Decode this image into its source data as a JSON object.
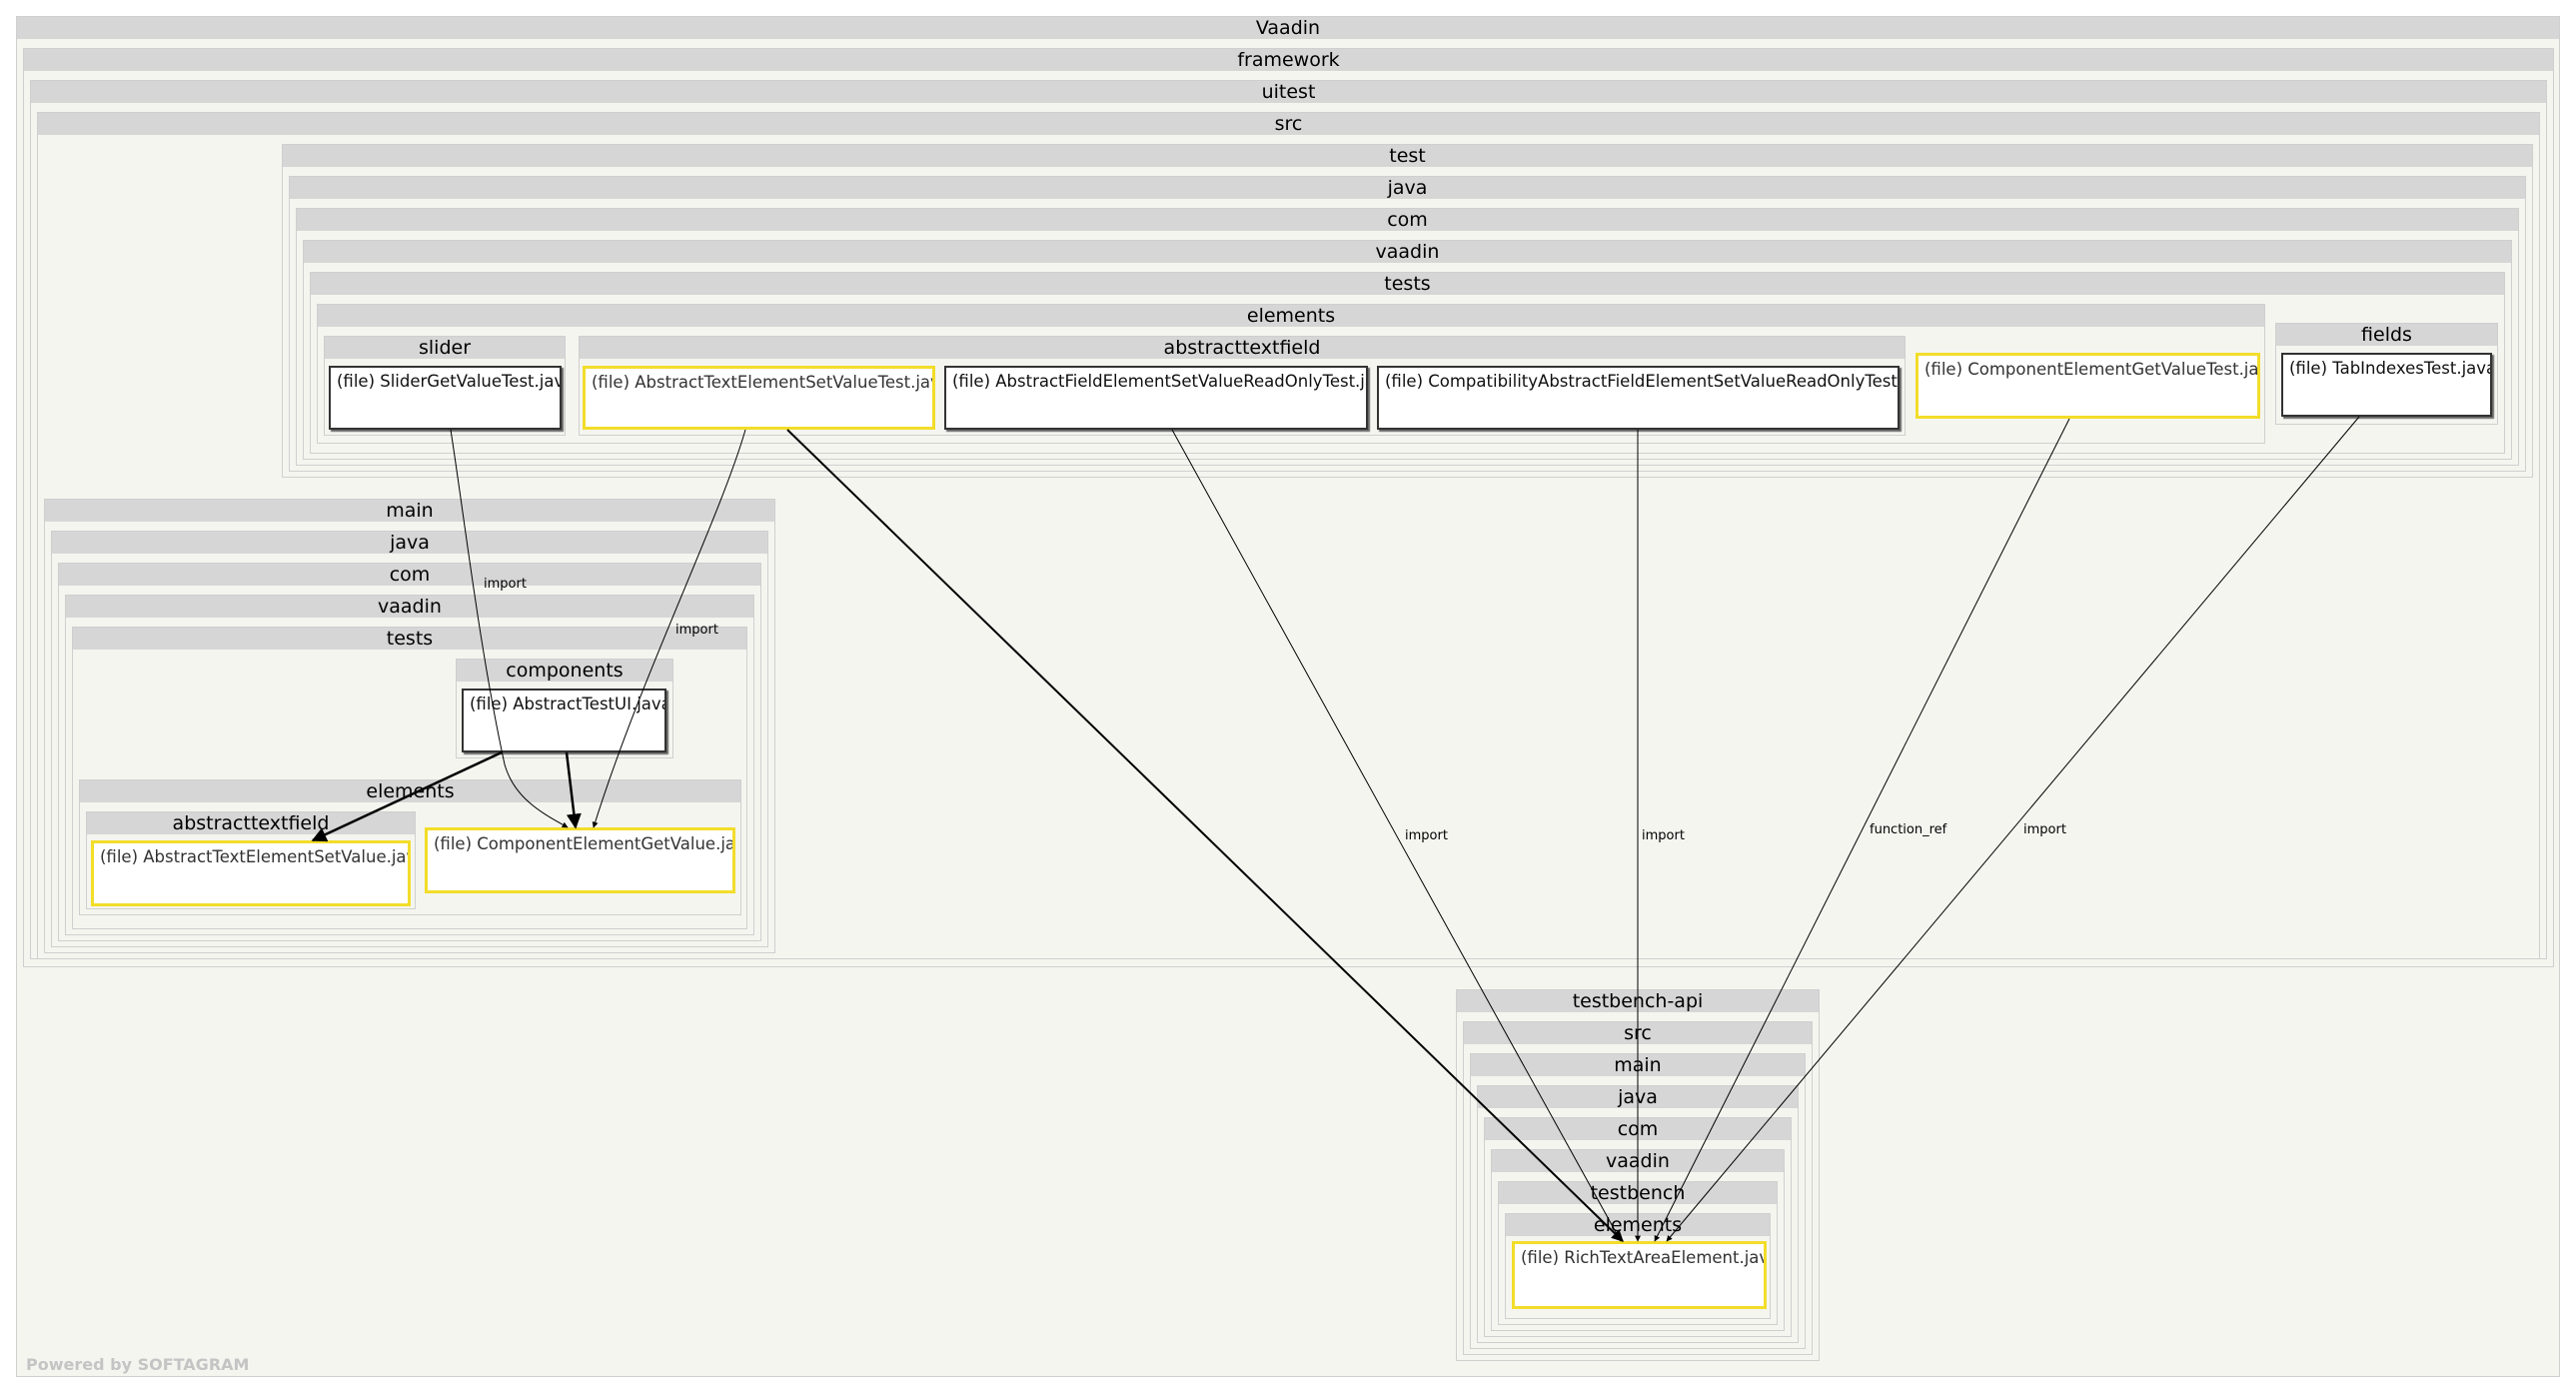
{
  "containers": [
    {
      "id": "vaadin",
      "label": "Vaadin"
    },
    {
      "id": "framework",
      "label": "framework"
    },
    {
      "id": "uitest",
      "label": "uitest"
    },
    {
      "id": "src",
      "label": "src"
    },
    {
      "id": "test",
      "label": "test"
    },
    {
      "id": "test-java",
      "label": "java"
    },
    {
      "id": "test-com",
      "label": "com"
    },
    {
      "id": "test-vaadin",
      "label": "vaadin"
    },
    {
      "id": "test-tests",
      "label": "tests"
    },
    {
      "id": "test-elements",
      "label": "elements"
    },
    {
      "id": "slider",
      "label": "slider"
    },
    {
      "id": "test-abstracttextfield",
      "label": "abstracttextfield"
    },
    {
      "id": "fields",
      "label": "fields"
    },
    {
      "id": "main",
      "label": "main"
    },
    {
      "id": "main-java",
      "label": "java"
    },
    {
      "id": "main-com",
      "label": "com"
    },
    {
      "id": "main-vaadin",
      "label": "vaadin"
    },
    {
      "id": "main-tests",
      "label": "tests"
    },
    {
      "id": "components",
      "label": "components"
    },
    {
      "id": "main-elements",
      "label": "elements"
    },
    {
      "id": "main-abstracttextfield",
      "label": "abstracttextfield"
    },
    {
      "id": "testbench-api",
      "label": "testbench-api"
    },
    {
      "id": "tb-src",
      "label": "src"
    },
    {
      "id": "tb-main",
      "label": "main"
    },
    {
      "id": "tb-java",
      "label": "java"
    },
    {
      "id": "tb-com",
      "label": "com"
    },
    {
      "id": "tb-vaadin",
      "label": "vaadin"
    },
    {
      "id": "tb-testbench",
      "label": "testbench"
    },
    {
      "id": "tb-elements",
      "label": "elements"
    }
  ],
  "files": [
    {
      "id": "slider-get-value-test",
      "label": "(file) SliderGetValueTest.java",
      "highlighted": false
    },
    {
      "id": "abstract-text-element-set-value-test",
      "label": "(file) AbstractTextElementSetValueTest.java",
      "highlighted": true
    },
    {
      "id": "abstract-field-element-set-value-read-only-test",
      "label": "(file) AbstractFieldElementSetValueReadOnlyTest.java",
      "highlighted": false
    },
    {
      "id": "compatibility-abstract-field-element-set-value-read-only-test",
      "label": "(file) CompatibilityAbstractFieldElementSetValueReadOnlyTest.java",
      "highlighted": false
    },
    {
      "id": "component-element-get-value-test",
      "label": "(file) ComponentElementGetValueTest.java",
      "highlighted": true
    },
    {
      "id": "tab-indexes-test",
      "label": "(file) TabIndexesTest.java",
      "highlighted": false
    },
    {
      "id": "abstract-test-ui",
      "label": "(file) AbstractTestUI.java",
      "highlighted": false
    },
    {
      "id": "abstract-text-element-set-value",
      "label": "(file) AbstractTextElementSetValue.java",
      "highlighted": true
    },
    {
      "id": "component-element-get-value",
      "label": "(file) ComponentElementGetValue.java",
      "highlighted": true
    },
    {
      "id": "rich-text-area-element",
      "label": "(file) RichTextAreaElement.java",
      "highlighted": true
    }
  ],
  "edges": [
    {
      "from": "slider-get-value-test",
      "to": "component-element-get-value",
      "label": "import"
    },
    {
      "from": "abstract-text-element-set-value-test",
      "to": "component-element-get-value",
      "label": "import"
    },
    {
      "from": "abstract-test-ui",
      "to": "abstract-text-element-set-value",
      "label": ""
    },
    {
      "from": "abstract-test-ui",
      "to": "component-element-get-value",
      "label": ""
    },
    {
      "from": "abstract-text-element-set-value-test",
      "to": "rich-text-area-element",
      "label": ""
    },
    {
      "from": "abstract-field-element-set-value-read-only-test",
      "to": "rich-text-area-element",
      "label": "import"
    },
    {
      "from": "compatibility-abstract-field-element-set-value-read-only-test",
      "to": "rich-text-area-element",
      "label": "import"
    },
    {
      "from": "component-element-get-value-test",
      "to": "rich-text-area-element",
      "label": "function_ref"
    },
    {
      "from": "tab-indexes-test",
      "to": "rich-text-area-element",
      "label": "import"
    }
  ],
  "watermark": "Powered by SOFTAGRAM"
}
